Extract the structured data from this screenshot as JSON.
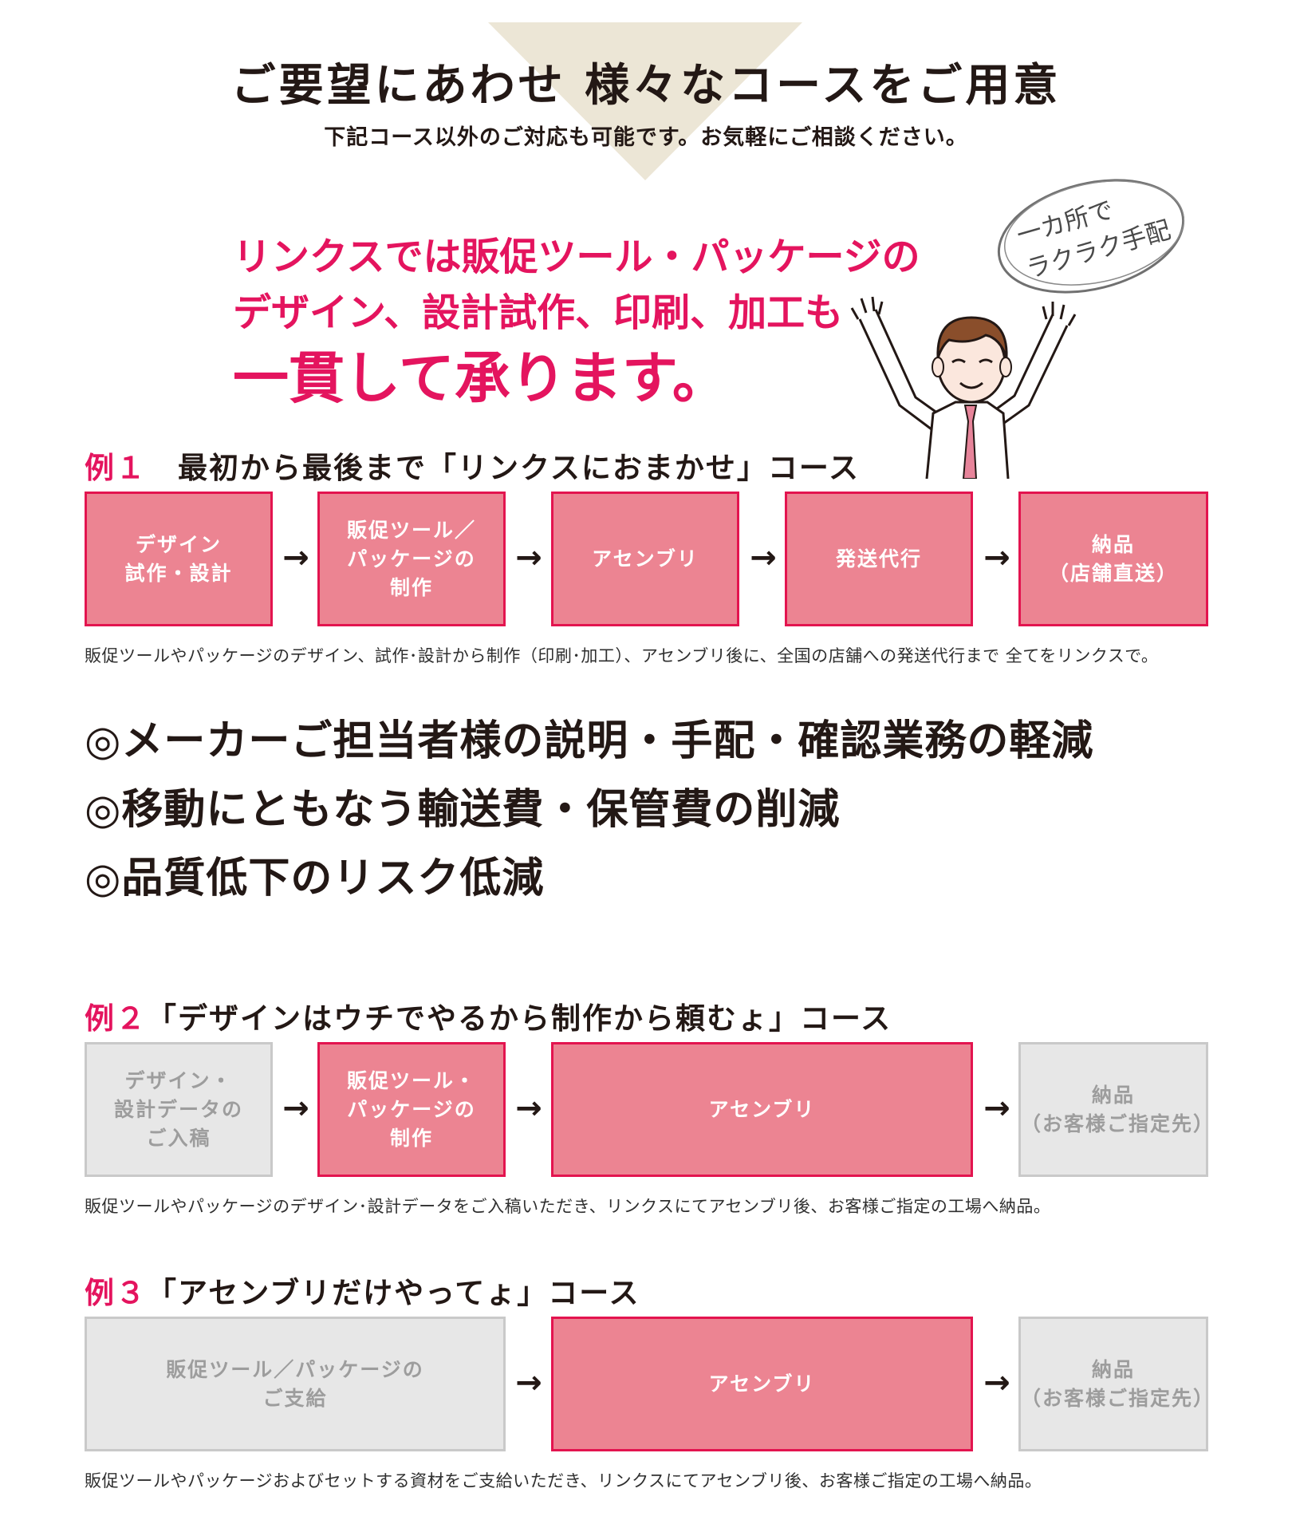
{
  "header": {
    "title": "ご要望にあわせ 様々なコースをご用意",
    "subtitle": "下記コース以外のご対応も可能です。お気軽にご相談ください。"
  },
  "intro": {
    "line1": "リンクスでは販促ツール・パッケージの",
    "line2": "デザイン、設計試作、印刷、加工も",
    "line3": "一貫して承ります。"
  },
  "speech_bubble": {
    "line1": "一カ所で",
    "line2": "ラクラク手配"
  },
  "examples": [
    {
      "num": "例１",
      "title": "　最初から最後まで「リンクスにおまかせ」コース",
      "steps": [
        "デザイン\n試作・設計",
        "販促ツール／\nパッケージの\n制作",
        "アセンブリ",
        "発送代行",
        "納品\n（店舗直送）"
      ],
      "description": "販促ツールやパッケージのデザイン、試作･設計から制作（印刷･加工）、アセンブリ後に、全国の店舗への発送代行まで 全てをリンクスで。"
    },
    {
      "num": "例２",
      "title": "「デザインはウチでやるから制作から頼むょ」コース",
      "steps": [
        "デザイン・\n設計データの\nご入稿",
        "販促ツール・\nパッケージの\n制作",
        "アセンブリ",
        "納品\n（お客様ご指定先）"
      ],
      "description": "販促ツールやパッケージのデザイン･設計データをご入稿いただき、リンクスにてアセンブリ後、お客様ご指定の工場へ納品。"
    },
    {
      "num": "例３",
      "title": "「アセンブリだけやってょ」コース",
      "steps": [
        "販促ツール／パッケージの\nご支給",
        "アセンブリ",
        "納品\n（お客様ご指定先）"
      ],
      "description": "販促ツールやパッケージおよびセットする資材をご支給いただき、リンクスにてアセンブリ後、お客様ご指定の工場へ納品。"
    }
  ],
  "benefits": [
    "◎メーカーご担当者様の説明・手配・確認業務の軽減",
    "◎移動にともなう輸送費・保管費の削減",
    "◎品質低下のリスク低減"
  ],
  "arrow_symbol": "→",
  "colors": {
    "accent": "#e4145e",
    "box_fill": "#ec8492",
    "box_border": "#e3144f",
    "inactive_fill": "#e7e7e7",
    "inactive_text": "#9d9d9d"
  }
}
